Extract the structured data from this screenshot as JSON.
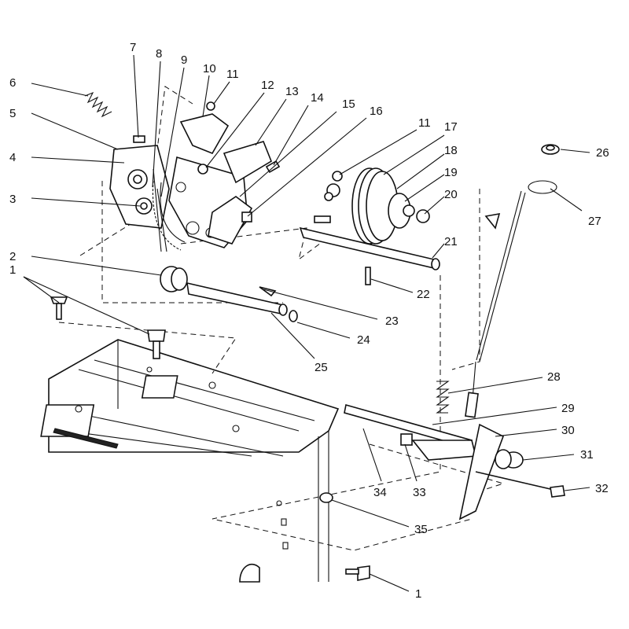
{
  "diagram": {
    "type": "exploded parts diagram",
    "line_color": "#111111",
    "background": "#ffffff"
  },
  "callouts": [
    {
      "id": "c1a",
      "label": "1"
    },
    {
      "id": "c2",
      "label": "2"
    },
    {
      "id": "c3",
      "label": "3"
    },
    {
      "id": "c4",
      "label": "4"
    },
    {
      "id": "c5",
      "label": "5"
    },
    {
      "id": "c6",
      "label": "6"
    },
    {
      "id": "c7",
      "label": "7"
    },
    {
      "id": "c8",
      "label": "8"
    },
    {
      "id": "c9",
      "label": "9"
    },
    {
      "id": "c10",
      "label": "10"
    },
    {
      "id": "c11a",
      "label": "11"
    },
    {
      "id": "c12",
      "label": "12"
    },
    {
      "id": "c13",
      "label": "13"
    },
    {
      "id": "c14",
      "label": "14"
    },
    {
      "id": "c15",
      "label": "15"
    },
    {
      "id": "c16",
      "label": "16"
    },
    {
      "id": "c11b",
      "label": "11"
    },
    {
      "id": "c17",
      "label": "17"
    },
    {
      "id": "c18",
      "label": "18"
    },
    {
      "id": "c19",
      "label": "19"
    },
    {
      "id": "c20",
      "label": "20"
    },
    {
      "id": "c21",
      "label": "21"
    },
    {
      "id": "c22",
      "label": "22"
    },
    {
      "id": "c23",
      "label": "23"
    },
    {
      "id": "c24",
      "label": "24"
    },
    {
      "id": "c25",
      "label": "25"
    },
    {
      "id": "c26",
      "label": "26"
    },
    {
      "id": "c27",
      "label": "27"
    },
    {
      "id": "c28",
      "label": "28"
    },
    {
      "id": "c29",
      "label": "29"
    },
    {
      "id": "c30",
      "label": "30"
    },
    {
      "id": "c31",
      "label": "31"
    },
    {
      "id": "c32",
      "label": "32"
    },
    {
      "id": "c33",
      "label": "33"
    },
    {
      "id": "c34",
      "label": "34"
    },
    {
      "id": "c35",
      "label": "35"
    },
    {
      "id": "c1b",
      "label": "1"
    }
  ]
}
